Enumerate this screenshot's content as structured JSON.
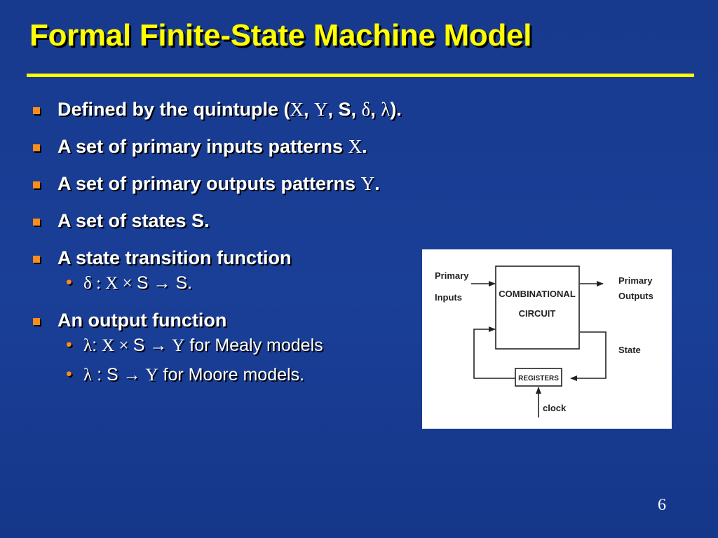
{
  "slide": {
    "title": "Formal Finite-State Machine Model",
    "page_number": "6",
    "colors": {
      "background": "#1a3c92",
      "title": "#ffff00",
      "rule": "#ffff00",
      "bullet": "#ff8c1a",
      "text": "#ffffff"
    }
  },
  "bullets": [
    {
      "parts": {
        "a": "Defined by the quintuple (",
        "b": "X",
        "c": ", ",
        "d": "Y",
        "e": ", S, ",
        "f": "δ",
        "g": ", ",
        "h": "λ",
        "i": ")."
      }
    },
    {
      "parts": {
        "a": "A set of primary inputs patterns ",
        "b": "X",
        "c": "."
      }
    },
    {
      "parts": {
        "a": "A set of primary outputs patterns ",
        "b": "Y",
        "c": "."
      }
    },
    {
      "parts": {
        "a": "A set of states S."
      }
    },
    {
      "parts": {
        "a": "A state transition function"
      },
      "sub": [
        {
          "parts": {
            "a": "δ",
            "b": " : ",
            "c": "X",
            "d": " × ",
            "e": "S ",
            "f": "→",
            "g": " S."
          }
        }
      ]
    },
    {
      "parts": {
        "a": "An output function"
      },
      "sub": [
        {
          "parts": {
            "a": "λ",
            "b": ": ",
            "c": "X",
            "d": " × ",
            "e": "S ",
            "f": "→",
            "g": " ",
            "h": "Y",
            "i": " for Mealy models"
          }
        },
        {
          "parts": {
            "a": "λ",
            "b": " : S ",
            "c": "→",
            "d": " ",
            "e": "Y",
            "f": " for Moore models."
          }
        }
      ]
    }
  ],
  "diagram": {
    "primary_inputs": [
      "Primary",
      "Inputs"
    ],
    "primary_outputs": [
      "Primary",
      "Outputs"
    ],
    "combinational": [
      "COMBINATIONAL",
      "CIRCUIT"
    ],
    "state_label": "State",
    "registers_label": "REGISTERS",
    "clock_label": "clock"
  }
}
